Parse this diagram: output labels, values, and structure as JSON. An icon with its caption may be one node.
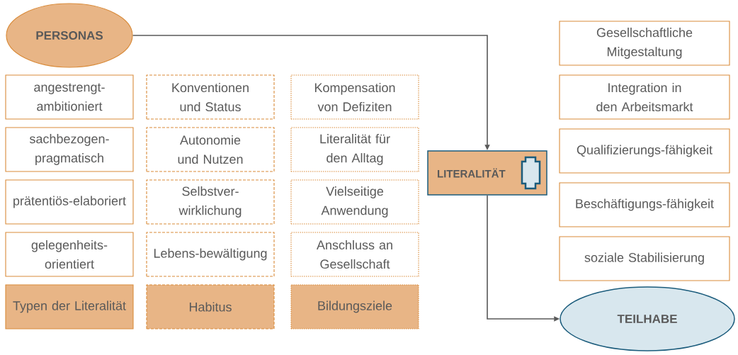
{
  "diagram": {
    "nodes": [
      {
        "text": [
          "PERSONAS"
        ]
      },
      {
        "text": [
          "angestrengt-ambitioniert"
        ]
      },
      {
        "text": [
          "sachbezogen-pragmatisch"
        ]
      },
      {
        "text": [
          "prätentiös-elaboriert"
        ]
      },
      {
        "text": [
          "gelegenheits-orientiert"
        ]
      },
      {
        "text": [
          "Typen der Literalität"
        ]
      },
      {
        "text": [
          "Konventionen und Status"
        ]
      },
      {
        "text": [
          "Autonomie und Nutzen"
        ]
      },
      {
        "text": [
          "Selbstver-wirklichung"
        ]
      },
      {
        "text": [
          "Lebens-bewältigung"
        ]
      },
      {
        "text": [
          "Habitus"
        ]
      },
      {
        "text": [
          "Kompensation von Defiziten"
        ]
      },
      {
        "text": [
          "Literalität für den Alltag"
        ]
      },
      {
        "text": [
          "Vielseitige Anwendung"
        ]
      },
      {
        "text": [
          "Anschluss an Gesellschaft"
        ]
      },
      {
        "text": [
          "Bildungsziele"
        ]
      },
      {
        "text": [
          "LITERALITÄT"
        ]
      },
      {
        "text": [
          "Gesellschaftliche Mitgestaltung"
        ]
      },
      {
        "text": [
          "Integration in den Arbeitsmarkt"
        ]
      },
      {
        "text": [
          "Qualifizierungs-fähigkeit"
        ]
      },
      {
        "text": [
          "Beschäftigungs-fähigkeit"
        ]
      },
      {
        "text": [
          "soziale Stabilisierung"
        ]
      },
      {
        "text": [
          "TEILHABE"
        ]
      }
    ],
    "edges": [
      {
        "from": 0,
        "to": 16,
        "arrow": "to"
      },
      {
        "from": 16,
        "to": 22,
        "arrow": "to"
      }
    ]
  }
}
